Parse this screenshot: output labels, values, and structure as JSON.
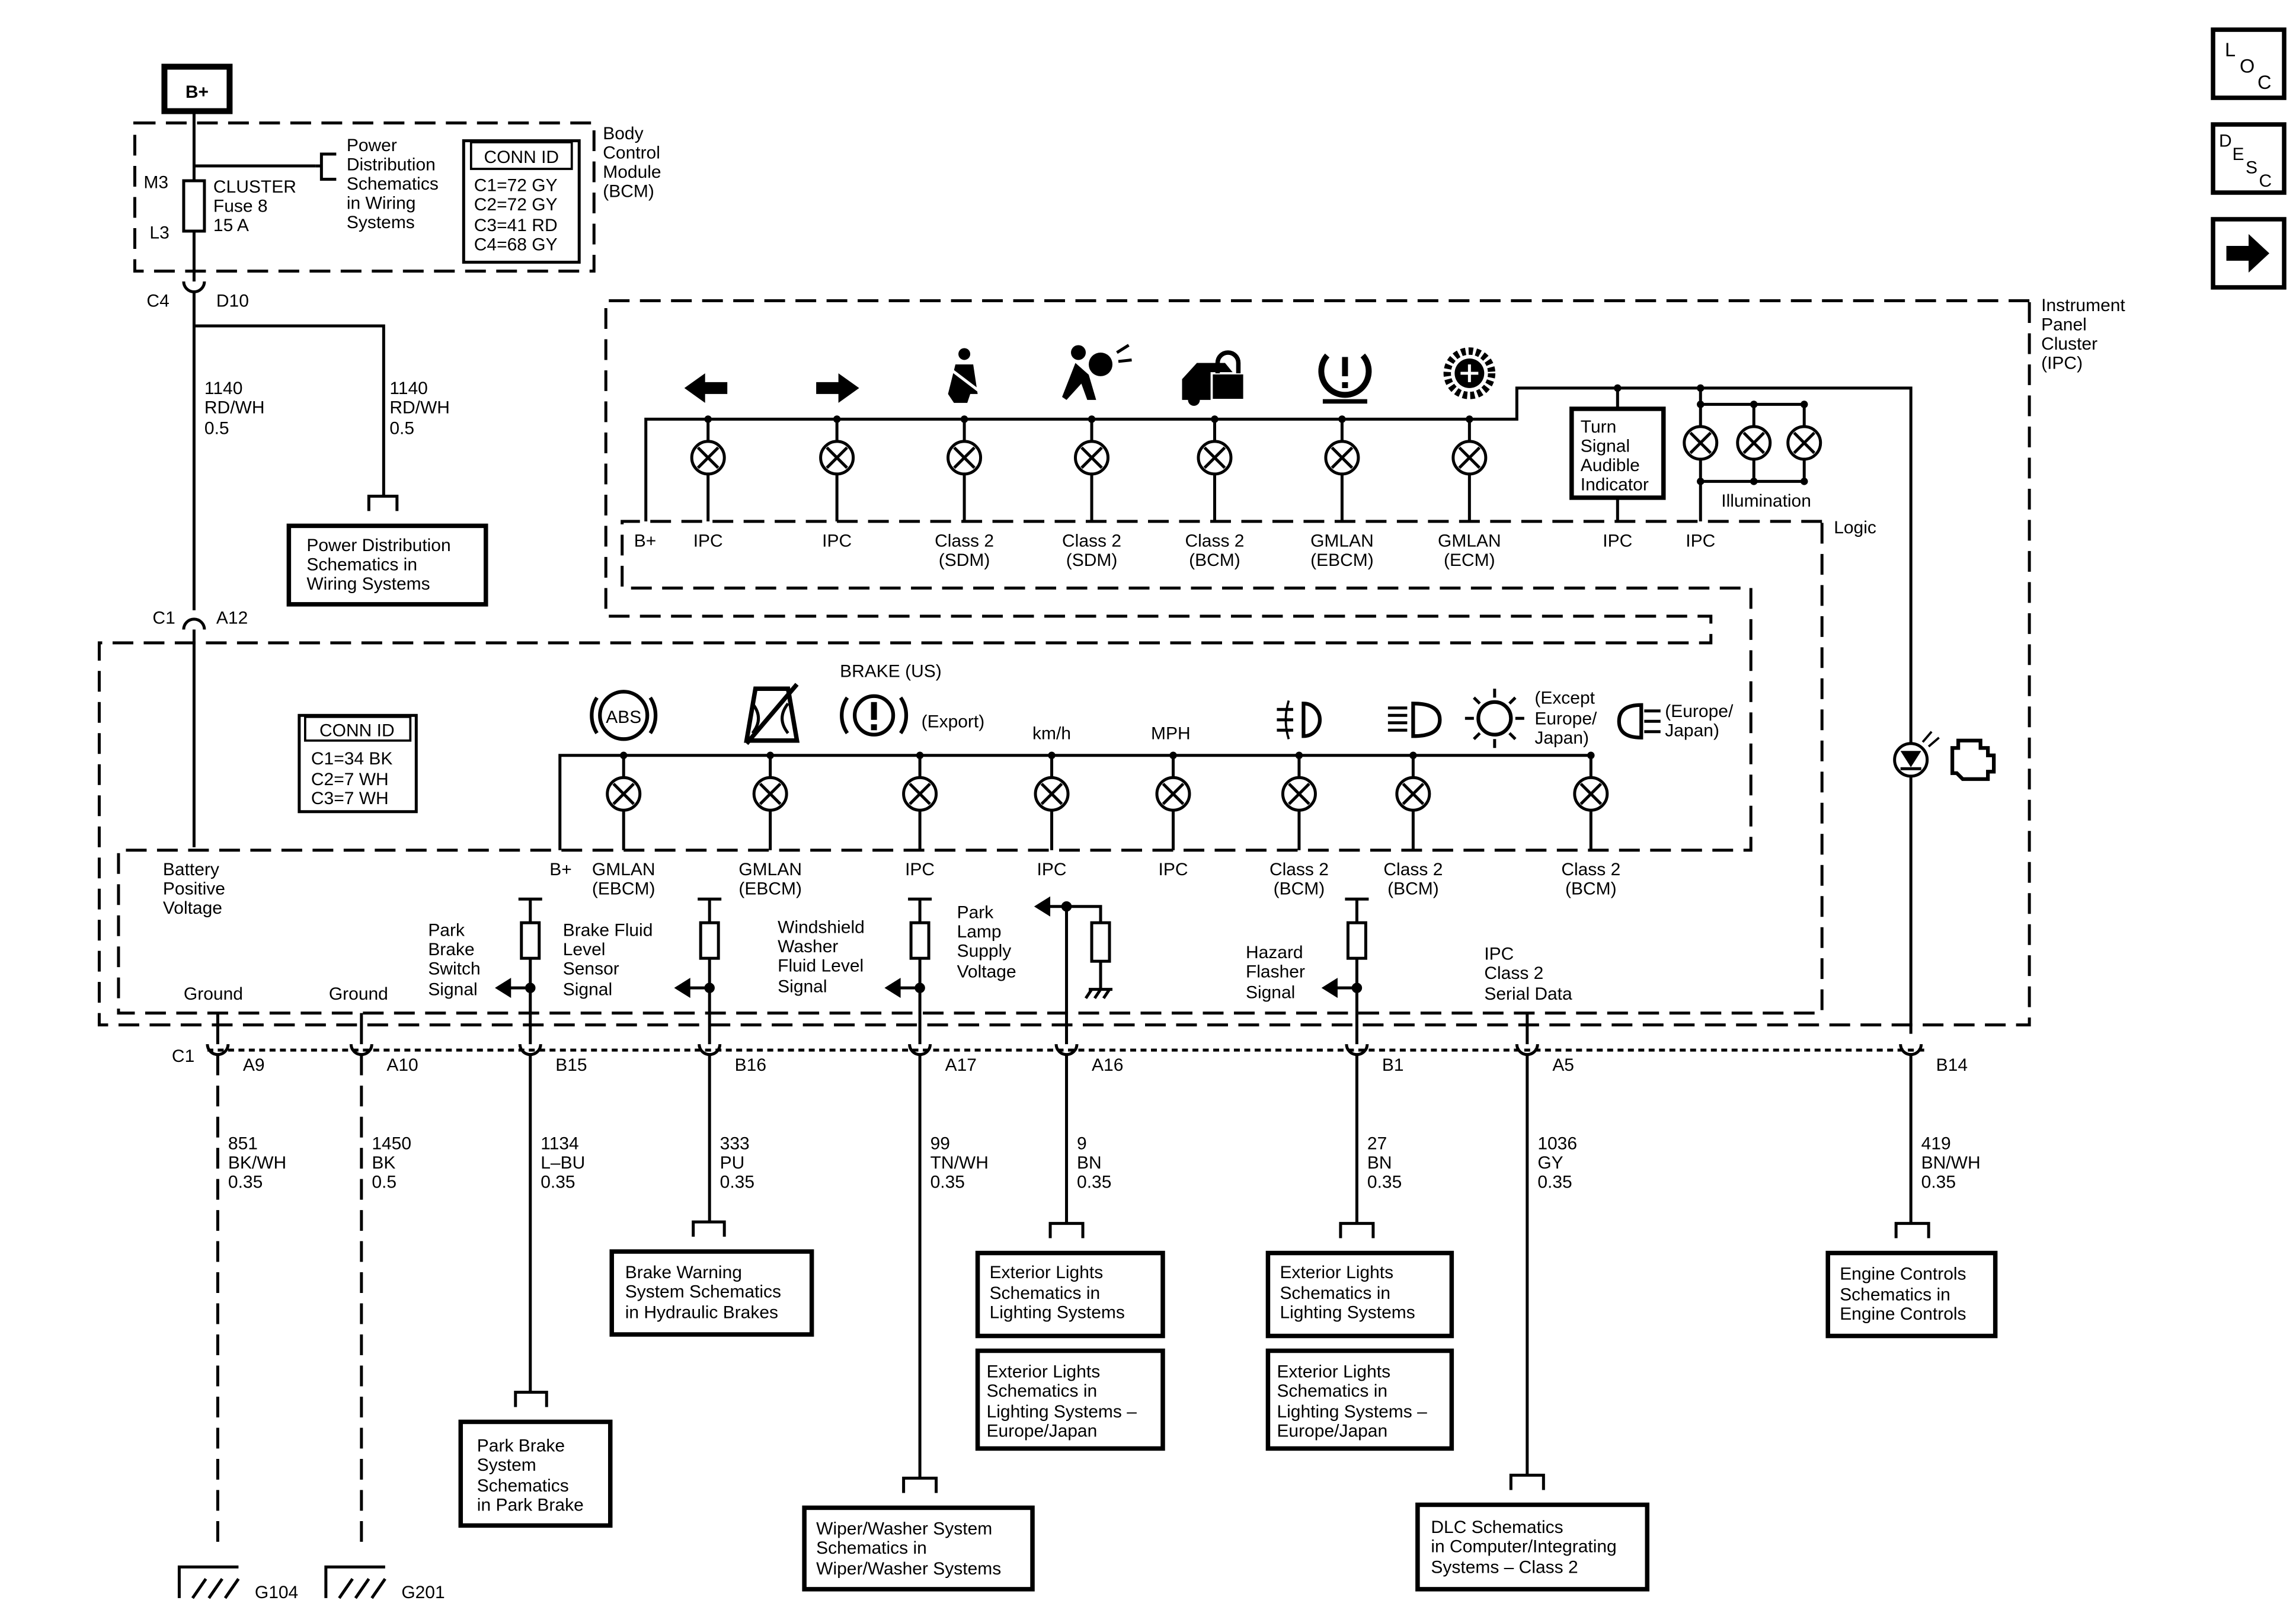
{
  "nav": {
    "loc": {
      "l": "L",
      "o": "O",
      "c": "C"
    },
    "desc": {
      "d": "D",
      "e": "E",
      "s": "S",
      "c": "C"
    }
  },
  "bplus": "B+",
  "bcm": {
    "title": [
      "Body",
      "Control",
      "Module",
      "(BCM)"
    ],
    "m3": "M3",
    "l3": "L3",
    "fuse": [
      "CLUSTER",
      "Fuse 8",
      "15 A"
    ],
    "pd_ref": [
      "Power",
      "Distribution",
      "Schematics",
      "in Wiring",
      "Systems"
    ],
    "conn_title": "CONN ID",
    "conn": [
      "C1=72 GY",
      "C2=72 GY",
      "C3=41 RD",
      "C4=68 GY"
    ]
  },
  "c4": "C4",
  "d10": "D10",
  "wire_left": [
    "1140",
    "RD/WH",
    "0.5"
  ],
  "wire_right": [
    "1140",
    "RD/WH",
    "0.5"
  ],
  "pd_box": [
    "Power Distribution",
    "Schematics in",
    "Wiring Systems"
  ],
  "c1_top": "C1",
  "a12": "A12",
  "ipc": {
    "title": [
      "Instrument",
      "Panel",
      "Cluster",
      "(IPC)"
    ],
    "conn_title": "CONN ID",
    "conn": [
      "C1=34 BK",
      "C2=7 WH",
      "C3=7 WH"
    ],
    "logic": "Logic",
    "illumination": "Illumination",
    "turn_signal": [
      "Turn",
      "Signal",
      "Audible",
      "Indicator"
    ],
    "top_b_plus": "B+",
    "top_labels": [
      [
        "IPC"
      ],
      [
        "IPC"
      ],
      [
        "Class 2",
        "(SDM)"
      ],
      [
        "Class 2",
        "(SDM)"
      ],
      [
        "Class 2",
        "(BCM)"
      ],
      [
        "GMLAN",
        "(EBCM)"
      ],
      [
        "GMLAN",
        "(ECM)"
      ]
    ],
    "ts_label": "IPC",
    "il_label": "IPC",
    "brake_label": "BRAKE  (US)",
    "export_label": "(Export)",
    "kmh": "km/h",
    "mph": "MPH",
    "abs": "ABS",
    "except": [
      "(Except",
      "Europe/",
      "Japan)"
    ],
    "europe": [
      "(Europe/",
      "Japan)"
    ],
    "mid_b_plus": "B+",
    "mid_labels": [
      [
        "GMLAN",
        "(EBCM)"
      ],
      [
        "GMLAN",
        "(EBCM)"
      ],
      [
        "IPC"
      ],
      [
        "IPC"
      ],
      [
        "IPC"
      ],
      [
        "Class 2",
        "(BCM)"
      ],
      [
        "Class 2",
        "(BCM)"
      ],
      [
        "Class 2",
        "(BCM)"
      ]
    ],
    "battery": [
      "Battery",
      "Positive",
      "Voltage"
    ],
    "ground1": "Ground",
    "ground2": "Ground",
    "park_brake": [
      "Park",
      "Brake",
      "Switch",
      "Signal"
    ],
    "brake_fluid": [
      "Brake Fluid",
      "Level",
      "Sensor",
      "Signal"
    ],
    "washer": [
      "Windshield",
      "Washer",
      "Fluid Level",
      "Signal"
    ],
    "park_lamp": [
      "Park",
      "Lamp",
      "Supply",
      "Voltage"
    ],
    "hazard": [
      "Hazard",
      "Flasher",
      "Signal"
    ],
    "serial": [
      "IPC",
      "Class 2",
      "Serial Data"
    ]
  },
  "pins": [
    {
      "conn": "C1",
      "pin": "A9",
      "wire": [
        "851",
        "BK/WH",
        "0.35"
      ]
    },
    {
      "pin": "A10",
      "wire": [
        "1450",
        "BK",
        "0.5"
      ]
    },
    {
      "pin": "B15",
      "wire": [
        "1134",
        "L–BU",
        "0.35"
      ]
    },
    {
      "pin": "B16",
      "wire": [
        "333",
        "PU",
        "0.35"
      ]
    },
    {
      "pin": "A17",
      "wire": [
        "99",
        "TN/WH",
        "0.35"
      ]
    },
    {
      "pin": "A16",
      "wire": [
        "9",
        "BN",
        "0.35"
      ]
    },
    {
      "pin": "B1",
      "wire": [
        "27",
        "BN",
        "0.35"
      ]
    },
    {
      "pin": "A5",
      "wire": [
        "1036",
        "GY",
        "0.35"
      ]
    },
    {
      "pin": "B14",
      "wire": [
        "419",
        "BN/WH",
        "0.35"
      ]
    }
  ],
  "refs": {
    "brake_warning": [
      "Brake Warning",
      "System Schematics",
      "in Hydraulic Brakes"
    ],
    "park_brake": [
      "Park Brake",
      "System",
      "Schematics",
      "in Park Brake"
    ],
    "wiper": [
      "Wiper/Washer System",
      "Schematics in",
      "Wiper/Washer Systems"
    ],
    "ext1": [
      "Exterior Lights",
      "Schematics in",
      "Lighting Systems"
    ],
    "ext2": [
      "Exterior Lights",
      "Schematics in",
      "Lighting Systems –",
      "Europe/Japan"
    ],
    "ext3": [
      "Exterior Lights",
      "Schematics in",
      "Lighting Systems"
    ],
    "ext4": [
      "Exterior Lights",
      "Schematics in",
      "Lighting Systems –",
      "Europe/Japan"
    ],
    "dlc": [
      "DLC Schematics",
      "in Computer/Integrating",
      "Systems – Class 2"
    ],
    "engine": [
      "Engine Controls",
      "Schematics in",
      "Engine Controls"
    ]
  },
  "grounds": [
    "G104",
    "G201"
  ]
}
